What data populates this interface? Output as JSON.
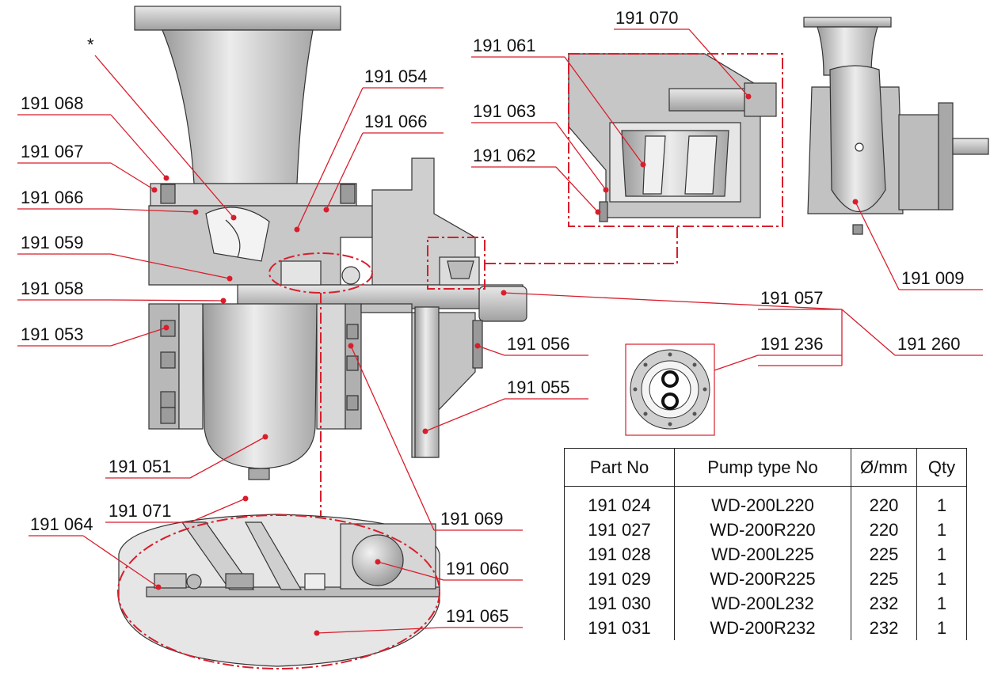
{
  "labels": [
    {
      "id": "191-068",
      "text": "191 068"
    },
    {
      "id": "191-067",
      "text": "191 067"
    },
    {
      "id": "191-066-left",
      "text": "191 066"
    },
    {
      "id": "191-059",
      "text": "191 059"
    },
    {
      "id": "191-058",
      "text": "191 058"
    },
    {
      "id": "191-053",
      "text": "191 053"
    },
    {
      "id": "191-051",
      "text": "191 051"
    },
    {
      "id": "191-071",
      "text": "191 071"
    },
    {
      "id": "191-064",
      "text": "191 064"
    },
    {
      "id": "191-054",
      "text": "191 054"
    },
    {
      "id": "191-066-right",
      "text": "191 066"
    },
    {
      "id": "191-070",
      "text": "191 070"
    },
    {
      "id": "191-061",
      "text": "191 061"
    },
    {
      "id": "191-063",
      "text": "191 063"
    },
    {
      "id": "191-062",
      "text": "191 062"
    },
    {
      "id": "191-009",
      "text": "191 009"
    },
    {
      "id": "191-057",
      "text": "191 057"
    },
    {
      "id": "191-236",
      "text": "191 236"
    },
    {
      "id": "191-260",
      "text": "191 260"
    },
    {
      "id": "191-056",
      "text": "191 056"
    },
    {
      "id": "191-055",
      "text": "191 055"
    },
    {
      "id": "191-069",
      "text": "191 069"
    },
    {
      "id": "191-060",
      "text": "191 060"
    },
    {
      "id": "191-065",
      "text": "191 065"
    }
  ],
  "asterisk": "*",
  "table": {
    "headers": [
      "Part No",
      "Pump type No",
      "Ø/mm",
      "Qty"
    ],
    "rows": [
      [
        "191 024",
        "WD-200L220",
        "220",
        "1"
      ],
      [
        "191 027",
        "WD-200R220",
        "220",
        "1"
      ],
      [
        "191 028",
        "WD-200L225",
        "225",
        "1"
      ],
      [
        "191 029",
        "WD-200R225",
        "225",
        "1"
      ],
      [
        "191 030",
        "WD-200L232",
        "232",
        "1"
      ],
      [
        "191 031",
        "WD-200R232",
        "232",
        "1"
      ]
    ]
  },
  "colors": {
    "leader": "#d81e2c",
    "metal": "#c9c9c9",
    "metal_dark": "#8a8a8a",
    "outline": "#333333"
  }
}
